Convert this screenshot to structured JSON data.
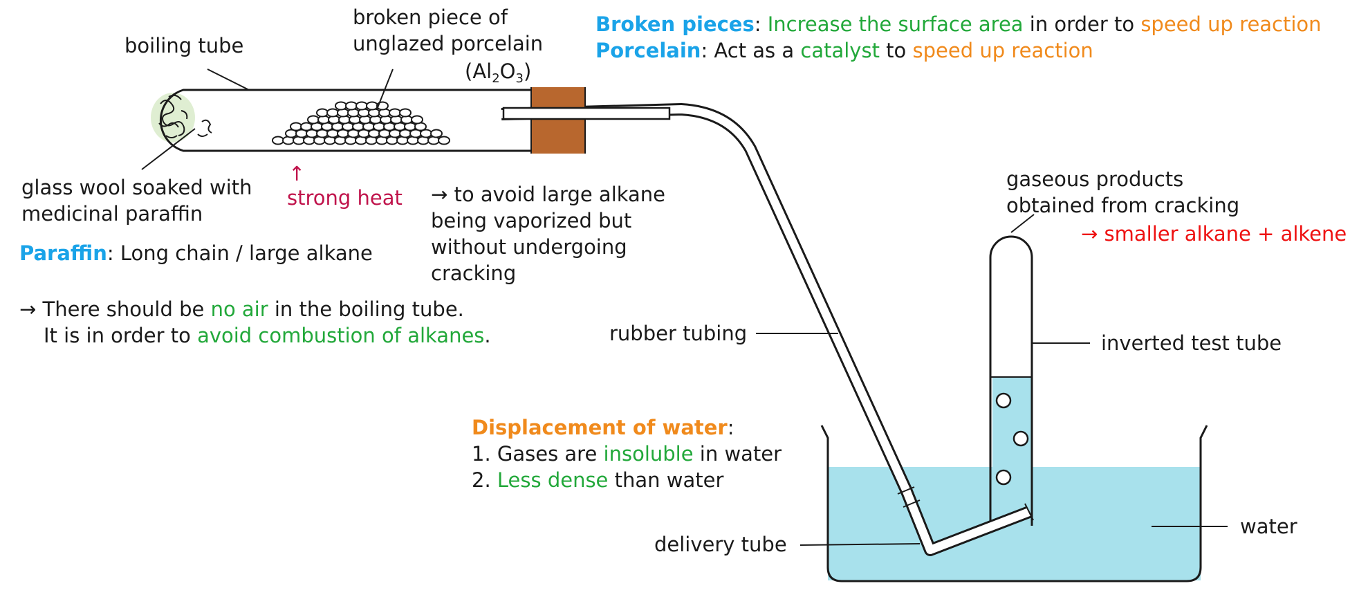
{
  "labels": {
    "boiling_tube": "boiling tube",
    "porcelain_line1": "broken piece of",
    "porcelain_line2": "unglazed porcelain",
    "porcelain_formula_open": "(Al",
    "porcelain_formula_sub1": "2",
    "porcelain_formula_mid": "O",
    "porcelain_formula_sub2": "3",
    "porcelain_formula_close": ")",
    "glass_wool_line1": "glass wool soaked with",
    "glass_wool_line2": "medicinal paraffin",
    "heat_arrow": "↑",
    "strong_heat": "strong heat",
    "gaseous_line1": "gaseous products",
    "gaseous_line2": "obtained from cracking",
    "rubber_tubing": "rubber tubing",
    "inverted_test_tube": "inverted test tube",
    "delivery_tube": "delivery tube",
    "water": "water"
  },
  "notes": {
    "broken_title": "Broken pieces",
    "broken_colon": ": ",
    "broken_green": "Increase the surface area",
    "broken_mid": " in order to ",
    "broken_orange": "speed up reaction",
    "porcelain_title": "Porcelain",
    "porcelain_colon": ": Act as a ",
    "porcelain_green": "catalyst",
    "porcelain_mid": " to ",
    "porcelain_orange": "speed up reaction",
    "products_red": "→ smaller alkane + alkene",
    "avoid_line1": "→ to avoid large alkane",
    "avoid_line2": "being vaporized but",
    "avoid_line3": "without undergoing",
    "avoid_line4": "cracking",
    "paraffin_title": "Paraffin",
    "paraffin_rest": ": Long chain / large alkane",
    "air_line1_pre": "→ There should be ",
    "air_line1_green": "no air",
    "air_line1_post": " in the boiling tube.",
    "air_line2_pre": "It is in order to ",
    "air_line2_green": "avoid combustion of alkanes",
    "air_line2_post": ".",
    "displacement_title": "Displacement of water",
    "displacement_colon": ":",
    "point1_pre": "1. Gases are ",
    "point1_green": "insoluble",
    "point1_post": " in water",
    "point2_pre": "2. ",
    "point2_green": "Less dense",
    "point2_post": " than water"
  },
  "colors": {
    "water": "#a8e1ec",
    "stopper": "#b8672e",
    "glass_wool": "#dfeed2",
    "highlight_blue": "#1aa3e8",
    "highlight_green": "#22a83a",
    "highlight_orange": "#f08a1c",
    "highlight_red": "#ee1111"
  }
}
